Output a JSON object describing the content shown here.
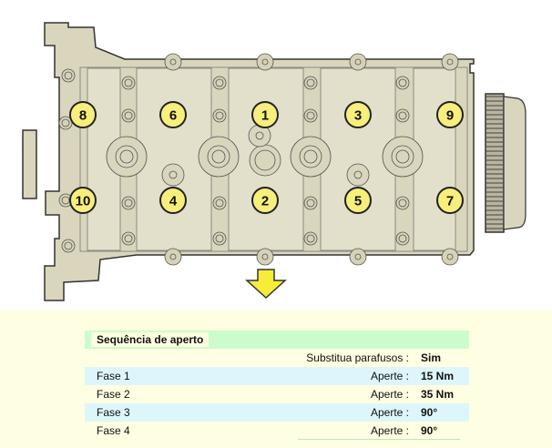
{
  "diagram": {
    "bolts": [
      {
        "label": "8",
        "row": 0,
        "col": 0
      },
      {
        "label": "6",
        "row": 0,
        "col": 1
      },
      {
        "label": "1",
        "row": 0,
        "col": 2
      },
      {
        "label": "3",
        "row": 0,
        "col": 3
      },
      {
        "label": "9",
        "row": 0,
        "col": 4
      },
      {
        "label": "10",
        "row": 1,
        "col": 0
      },
      {
        "label": "4",
        "row": 1,
        "col": 1
      },
      {
        "label": "2",
        "row": 1,
        "col": 2
      },
      {
        "label": "5",
        "row": 1,
        "col": 3
      },
      {
        "label": "7",
        "row": 1,
        "col": 4
      }
    ],
    "colors": {
      "body": "#dad6bd",
      "panel": "#e2dfca",
      "bolt": "#f7ee7c",
      "arrow": "#f7ec3a",
      "outline": "#333333"
    }
  },
  "table": {
    "title": "Sequência de aperto",
    "replace_row": {
      "key": "Substitua parafusos :",
      "value": "Sim"
    },
    "phases": [
      {
        "label": "Fase 1",
        "key": "Aperte :",
        "value": "15 Nm"
      },
      {
        "label": "Fase 2",
        "key": "Aperte :",
        "value": "35 Nm"
      },
      {
        "label": "Fase 3",
        "key": "Aperte :",
        "value": "90°"
      },
      {
        "label": "Fase 4",
        "key": "Aperte :",
        "value": "90°"
      }
    ]
  }
}
